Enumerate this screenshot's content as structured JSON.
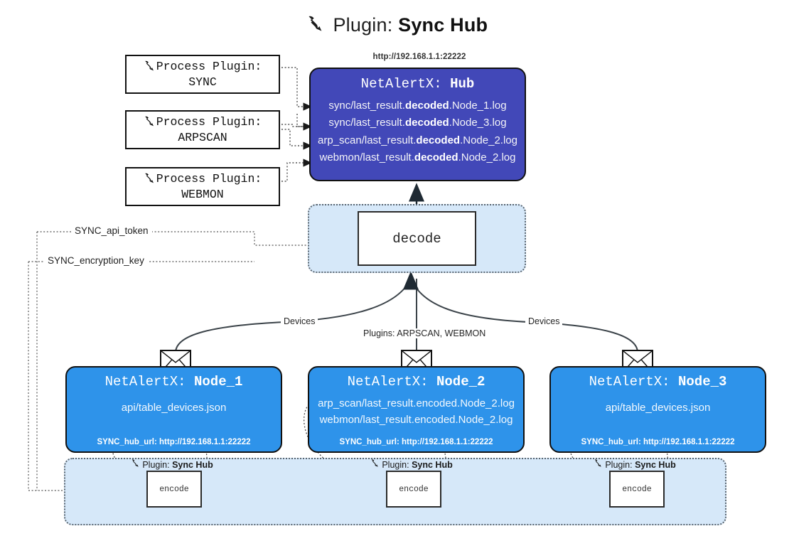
{
  "title": {
    "icon": "plug-icon",
    "prefix": "Plugin:",
    "name": "Sync Hub",
    "glyph": "🔌"
  },
  "process_plugins": [
    {
      "icon": "plug-icon",
      "label": "Process Plugin:",
      "name": "SYNC"
    },
    {
      "icon": "plug-icon",
      "label": "Process Plugin:",
      "name": "ARPSCAN"
    },
    {
      "icon": "plug-icon",
      "label": "Process Plugin:",
      "name": "WEBMON"
    }
  ],
  "hub": {
    "url": "http://192.168.1.1:22222",
    "app": "NetAlertX:",
    "name": "Hub",
    "logs": [
      {
        "pre": "sync/last_result.",
        "mid": "decoded",
        "post": ".Node_1.log"
      },
      {
        "pre": "sync/last_result.",
        "mid": "decoded",
        "post": ".Node_3.log"
      },
      {
        "pre": "arp_scan/last_result.",
        "mid": "decoded",
        "post": ".Node_2.log"
      },
      {
        "pre": "webmon/last_result.",
        "mid": "decoded",
        "post": ".Node_2.log"
      }
    ]
  },
  "decode": {
    "label": "decode"
  },
  "tokens": {
    "api_token": "SYNC_api_token",
    "encryption_key": "SYNC_encryption_key"
  },
  "edges": {
    "devices_left": "Devices",
    "devices_right": "Devices",
    "plugins_center": "Plugins: ARPSCAN, WEBMON"
  },
  "nodes": [
    {
      "app": "NetAlertX:",
      "name": "Node_1",
      "lines": [
        "api/table_devices.json"
      ],
      "footer": "SYNC_hub_url: http://192.168.1.1:22222",
      "envelope": "envelope-icon"
    },
    {
      "app": "NetAlertX:",
      "name": "Node_2",
      "lines": [
        "arp_scan/last_result.encoded.Node_2.log",
        "webmon/last_result.encoded.Node_2.log"
      ],
      "footer": "SYNC_hub_url: http://192.168.1.1:22222",
      "envelope": "envelope-icon"
    },
    {
      "app": "NetAlertX:",
      "name": "Node_3",
      "lines": [
        "api/table_devices.json"
      ],
      "footer": "SYNC_hub_url: http://192.168.1.1:22222",
      "envelope": "envelope-icon"
    }
  ],
  "encoders": [
    {
      "caption_prefix": "Plugin:",
      "caption_name": "Sync Hub",
      "label": "encode",
      "glyph": "🔌"
    },
    {
      "caption_prefix": "Plugin:",
      "caption_name": "Sync Hub",
      "label": "encode",
      "glyph": "🔌"
    },
    {
      "caption_prefix": "Plugin:",
      "caption_name": "Sync Hub",
      "label": "encode",
      "glyph": "🔌"
    }
  ],
  "colors": {
    "hub_fill": "#4248b8",
    "node_fill": "#2e93ea",
    "band_fill": "#d6e8f9",
    "stroke": "#111111",
    "dotted": "#5b6670"
  }
}
